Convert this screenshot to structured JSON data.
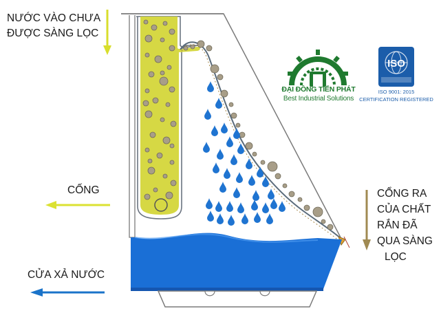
{
  "labels": {
    "inlet_line1": "NƯỚC VÀO CHƯA",
    "inlet_line2": "ĐƯỢC SÀNG LỌC",
    "drain": "CỐNG",
    "outlet": "CỬA XẢ NƯỚC",
    "solids_line1": "CỔNG RA",
    "solids_line2": "CỦA CHẤT",
    "solids_line3": "RẮN ĐÃ",
    "solids_line4": "QUA SÀNG",
    "solids_line5": "LỌC"
  },
  "company_logo": {
    "name": "ĐẠI ĐỒNG TIẾN PHÁT",
    "tagline": "Best Industrial Solutions"
  },
  "iso_logo": {
    "badge_text": "ISO",
    "standard": "ISO 9001: 2015",
    "certification": "CERTIFICATION REGISTERED"
  },
  "colors": {
    "inlet_arrow": "#d8de2c",
    "drain_arrow": "#dbe132",
    "outlet_arrow": "#1a73c9",
    "solids_arrow": "#a08a52",
    "dirty_water": "#d4d63a",
    "clean_water": "#1a6fd6",
    "water_drop": "#1f74d1",
    "particle": "#a89e88",
    "screen": "#5a6b7a",
    "company_green": "#1f7a2f",
    "iso_blue": "#1b5daa"
  },
  "icons": {
    "company_logo": "gear-arch-icon",
    "iso_logo": "globe-icon"
  }
}
